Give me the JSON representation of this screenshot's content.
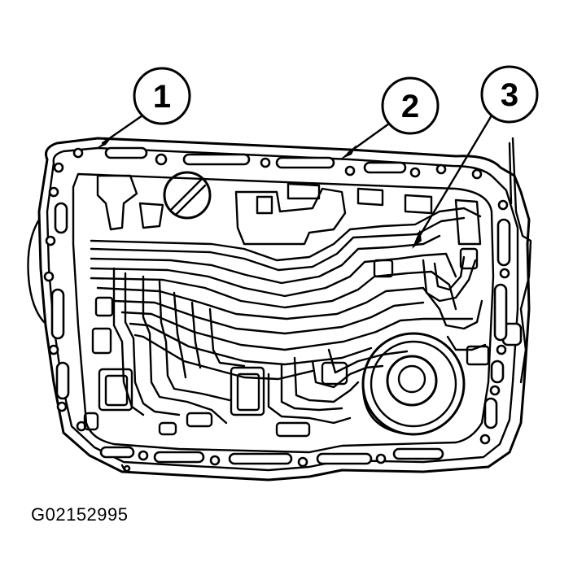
{
  "callouts": [
    {
      "label": "1"
    },
    {
      "label": "2"
    },
    {
      "label": "3"
    }
  ],
  "figure_id": "G02152995",
  "colors": {
    "ink": "#000000",
    "paper": "#ffffff"
  }
}
